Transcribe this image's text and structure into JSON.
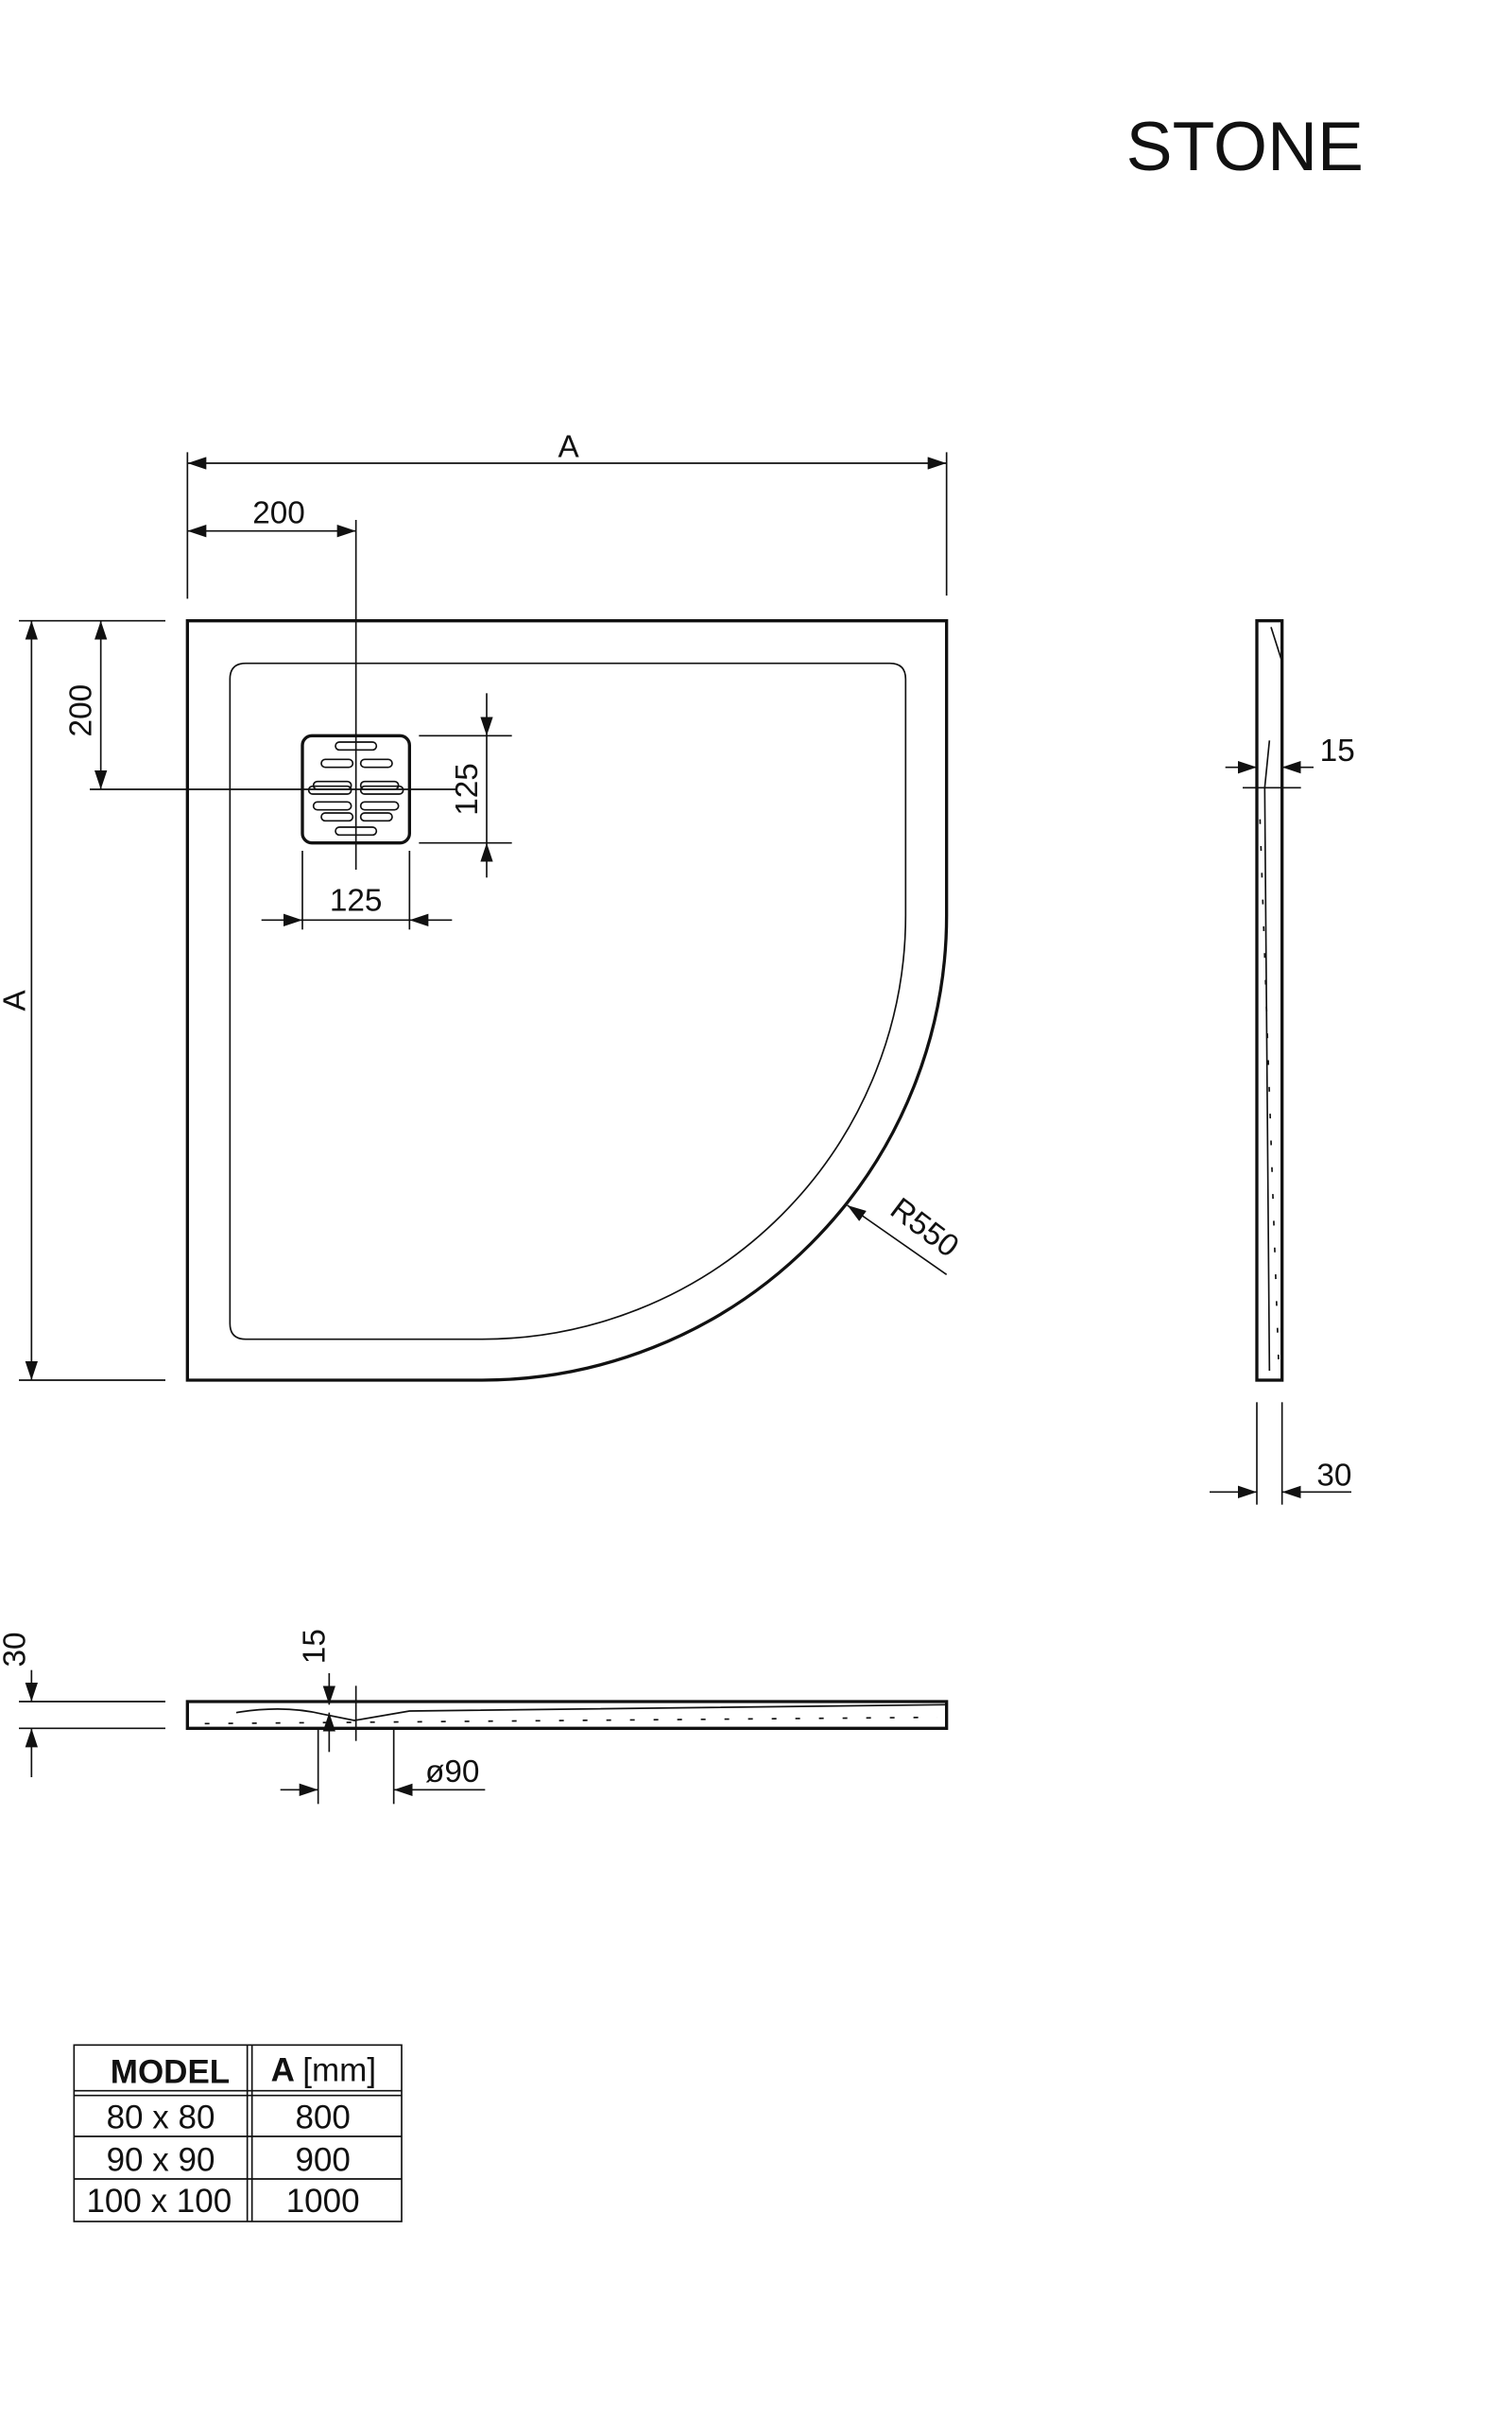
{
  "title": "STONE",
  "dimensions": {
    "width_label": "A",
    "height_label": "A",
    "drain_offset_x": "200",
    "drain_offset_y": "200",
    "drain_width": "125",
    "drain_height": "125",
    "radius": "R550",
    "side_rim": "15",
    "side_thickness": "30",
    "section_thickness": "30",
    "section_depth": "15",
    "outlet_diameter": "ø90"
  },
  "table": {
    "headers": [
      "MODEL",
      "A",
      "[mm]"
    ],
    "rows": [
      {
        "model": "80 x 80",
        "a": "800"
      },
      {
        "model": "90 x 90",
        "a": "900"
      },
      {
        "model": "100 x 100",
        "a": "1000"
      }
    ]
  }
}
